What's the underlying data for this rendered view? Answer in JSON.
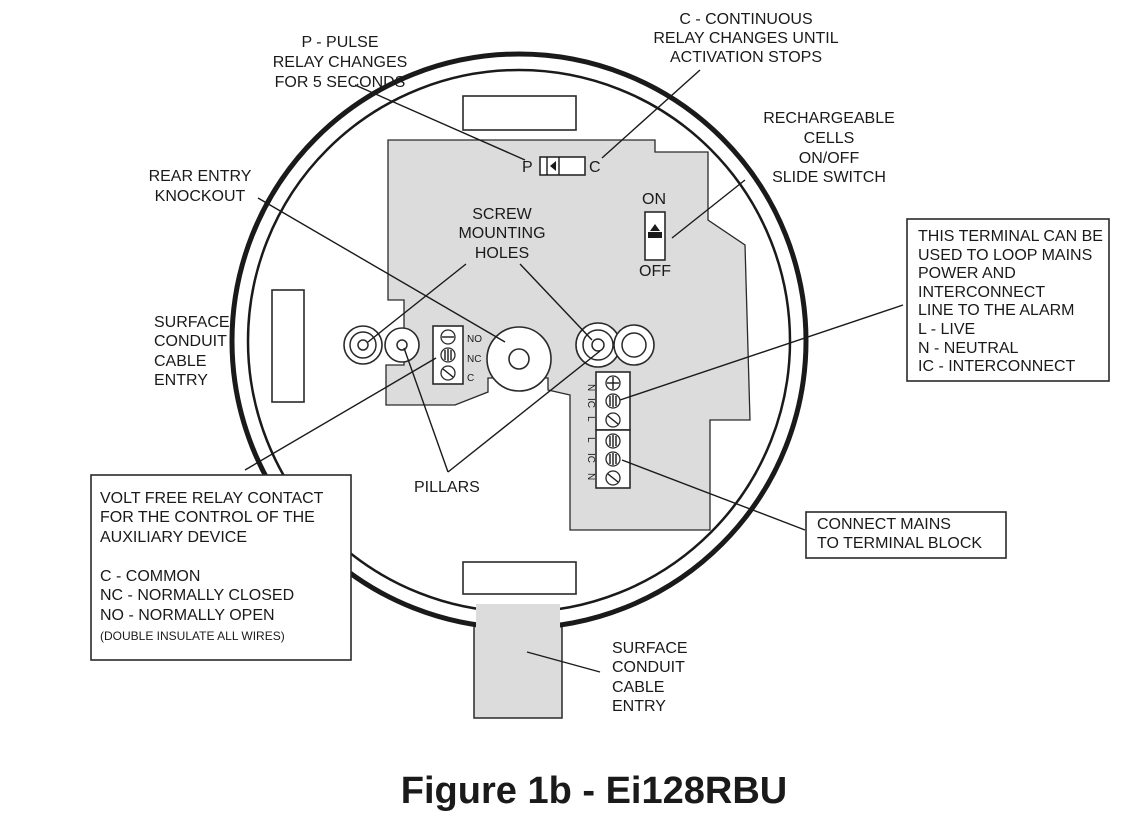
{
  "labels": {
    "pulse": [
      "P - PULSE",
      "RELAY CHANGES",
      "FOR 5 SECONDS"
    ],
    "continuous": [
      "C - CONTINUOUS",
      "RELAY CHANGES UNTIL",
      "ACTIVATION STOPS"
    ],
    "rechargeable": [
      "RECHARGEABLE",
      "CELLS",
      "ON/OFF",
      "SLIDE SWITCH"
    ],
    "rear_entry": [
      "REAR ENTRY",
      "KNOCKOUT"
    ],
    "screw_holes": [
      "SCREW",
      "MOUNTING",
      "HOLES"
    ],
    "surface_left": [
      "SURFACE",
      "CONDUIT",
      "CABLE",
      "ENTRY"
    ],
    "surface_bottom": [
      "SURFACE",
      "CONDUIT",
      "CABLE",
      "ENTRY"
    ],
    "pillars": "PILLARS",
    "switch_p": "P",
    "switch_c": "C",
    "on": "ON",
    "off": "OFF",
    "relay_terminals": [
      "NO",
      "NC",
      "C"
    ],
    "terminal_block_upper": [
      "N",
      "IC",
      "L"
    ],
    "terminal_block_lower": [
      "L",
      "IC",
      "N"
    ]
  },
  "boxes": {
    "terminal_loop": [
      "THIS TERMINAL CAN BE",
      "USED TO LOOP MAINS",
      "POWER AND",
      "INTERCONNECT",
      "LINE TO THE ALARM",
      "L - LIVE",
      "N - NEUTRAL",
      "IC - INTERCONNECT"
    ],
    "connect_mains": [
      "CONNECT MAINS",
      "TO TERMINAL BLOCK"
    ],
    "relay_contact": [
      "VOLT FREE RELAY CONTACT",
      "FOR THE CONTROL OF THE",
      "AUXILIARY DEVICE",
      "",
      "C - COMMON",
      "NC - NORMALLY CLOSED",
      "NO - NORMALLY OPEN"
    ],
    "relay_note": "(DOUBLE INSULATE ALL WIRES)"
  },
  "figure_title": "Figure 1b - Ei128RBU"
}
